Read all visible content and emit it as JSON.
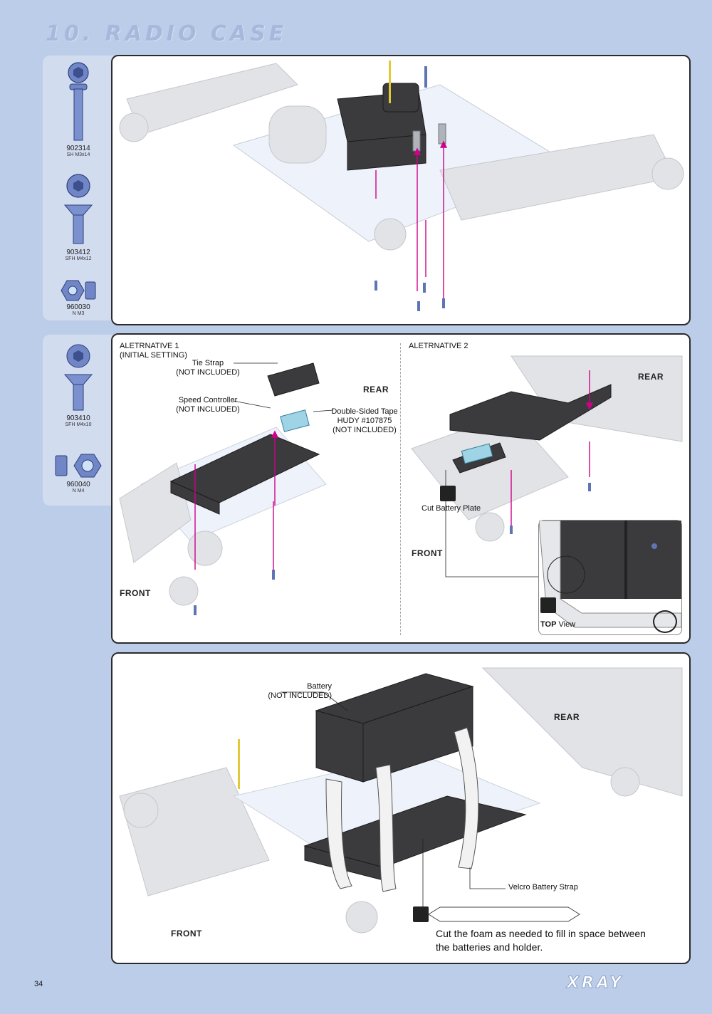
{
  "page": {
    "title": "10. RADIO CASE",
    "number": "34",
    "logo_text": "XRAY"
  },
  "parts_top": [
    {
      "code": "902314",
      "desc": "SH M3x14"
    },
    {
      "code": "903412",
      "desc": "SFH M4x12"
    },
    {
      "code": "960030",
      "desc": "N M3"
    }
  ],
  "parts_middle": [
    {
      "code": "903410",
      "desc": "SFH M4x10"
    },
    {
      "code": "960040",
      "desc": "N M4"
    }
  ],
  "alt1": {
    "title_line1": "ALETRNATIVE 1",
    "title_line2": "(INITIAL SETTING)",
    "tie_strap": "Tie Strap",
    "tie_strap_note": "(NOT INCLUDED)",
    "speed_controller": "Speed Controller",
    "speed_controller_note": "(NOT INCLUDED)",
    "tape_line1": "Double-Sided Tape",
    "tape_line2": "HUDY #107875",
    "tape_line3": "(NOT INCLUDED)",
    "rear": "REAR",
    "front": "FRONT"
  },
  "alt2": {
    "title": "ALETRNATIVE 2",
    "cut_plate": "Cut Battery Plate",
    "rear": "REAR",
    "front": "FRONT",
    "top_view_bold": "TOP",
    "top_view": "View"
  },
  "battery": {
    "label": "Battery",
    "note": "(NOT INCLUDED)",
    "strap": "Velcro Battery Strap",
    "rear": "REAR",
    "front": "FRONT",
    "cut_line1": "Cut the foam as needed to fill in space between",
    "cut_line2": "the batteries and holder."
  },
  "colors": {
    "background": "#bccde9",
    "sidebar": "#d2dcef",
    "arrow": "#d0008a",
    "part_blue": "#6f86c6"
  }
}
